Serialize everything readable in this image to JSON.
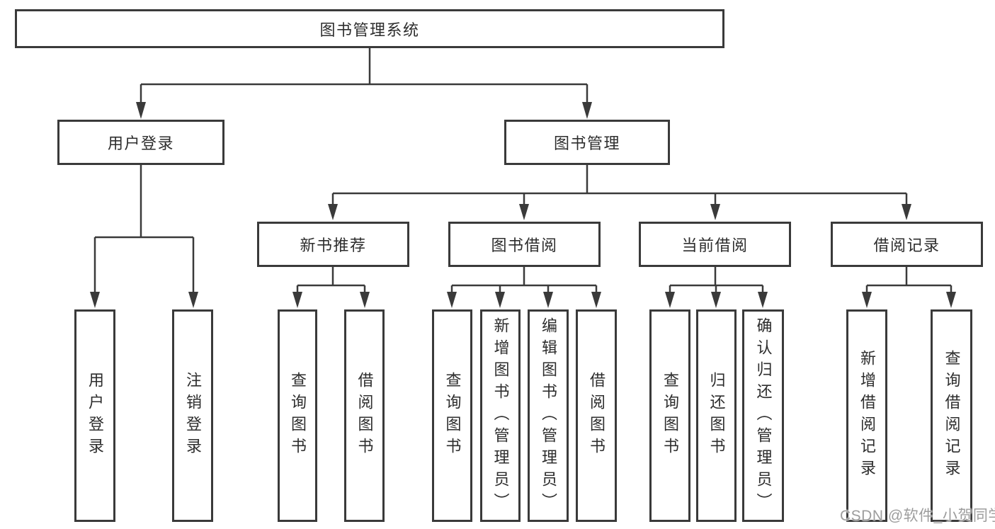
{
  "root_label": "图书管理系统",
  "user_login_branch": {
    "label": "用户登录",
    "children": [
      "用户登录",
      "注销登录"
    ]
  },
  "book_mgmt_branch": {
    "label": "图书管理",
    "sections": [
      {
        "label": "新书推荐",
        "children": [
          "查询图书",
          "借阅图书"
        ]
      },
      {
        "label": "图书借阅",
        "children": [
          "查询图书",
          "新增图书（管理员）",
          "编辑图书（管理员）",
          "借阅图书"
        ]
      },
      {
        "label": "当前借阅",
        "children": [
          "查询图书",
          "归还图书",
          "确认归还（管理员）"
        ]
      },
      {
        "label": "借阅记录",
        "children": [
          "新增借阅记录",
          "查询借阅记录"
        ]
      }
    ]
  },
  "watermark": "CSDN @软件_小贺同学",
  "colors": {
    "line": "#3a3a3a",
    "text": "#2d2d2d",
    "watermark": "#9d9d9d",
    "background": "#ffffff"
  }
}
